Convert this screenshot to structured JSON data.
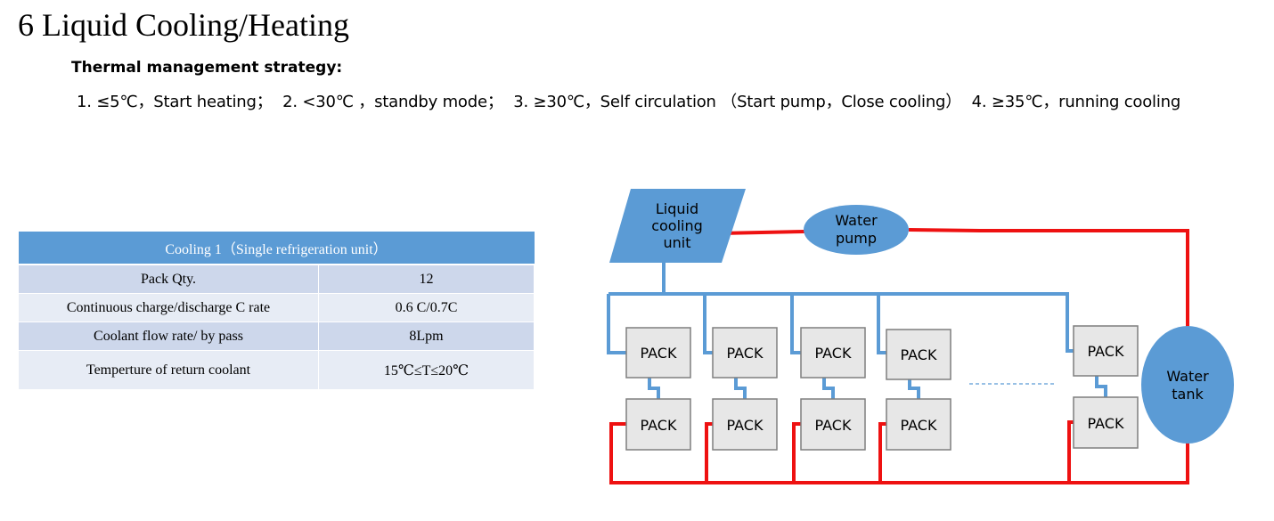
{
  "heading": {
    "title": "6 Liquid Cooling/Heating",
    "subtitle": "Thermal management strategy:"
  },
  "strategy": [
    "1.  ≤5℃，Start heating；",
    "2.  <30℃ ，standby mode；",
    "3.  ≥30℃，Self circulation （Start pump，Close cooling）",
    "4.  ≥35℃，running cooling"
  ],
  "table": {
    "header": "Cooling 1（Single refrigeration unit）",
    "rows": [
      {
        "label": "Pack Qty.",
        "value": "12"
      },
      {
        "label": "Continuous charge/discharge  C rate",
        "value": "0.6 C/0.7C"
      },
      {
        "label": "Coolant flow rate/ by pass",
        "value": "8Lpm"
      },
      {
        "label": "Temperture of return coolant",
        "value": "15℃≤T≤20℃"
      }
    ]
  },
  "diagram": {
    "cooling_unit": [
      "Liquid",
      "cooling",
      "unit"
    ],
    "pump": [
      "Water",
      "pump"
    ],
    "tank": [
      "Water",
      "tank"
    ],
    "pack_label": "PACK",
    "colors": {
      "box": "#5b9bd5",
      "pipe_cold": "#5b9bd5",
      "pipe_hot": "#ee1111",
      "pack_fill": "#e7e7e7",
      "pack_border": "#7f7f7f"
    }
  }
}
